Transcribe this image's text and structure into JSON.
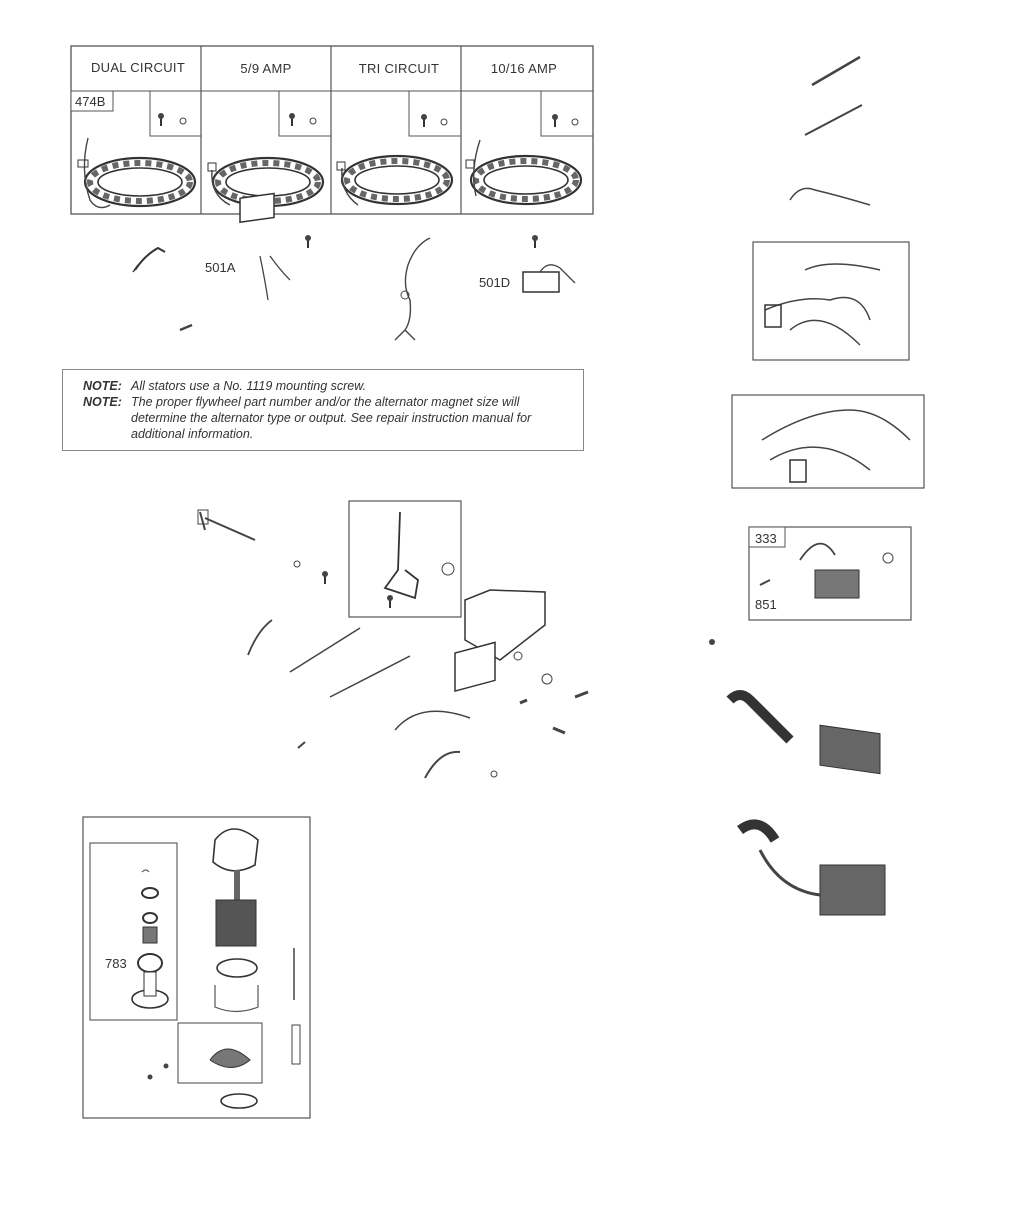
{
  "stator_table": {
    "headers": [
      "DUAL CIRCUIT",
      "5/9 AMP",
      "TRI CIRCUIT",
      "10/16 AMP"
    ]
  },
  "part_labels": {
    "stator": "474B",
    "rectifier_a": "501A",
    "rectifier_d": "501D",
    "coil_kit": "333",
    "coil_clip": "851",
    "starter_gear": "783"
  },
  "notes": [
    {
      "key": "NOTE:",
      "text": "All stators use a No. 1119 mounting screw."
    },
    {
      "key": "NOTE:",
      "text": "The proper flywheel part number and/or the alternator magnet size will determine the alternator type or output. See repair instruction manual for additional information."
    }
  ]
}
